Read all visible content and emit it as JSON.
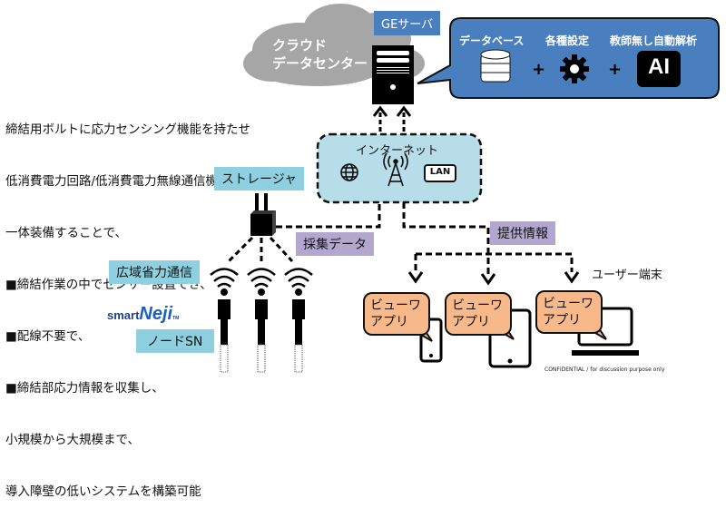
{
  "cloud": {
    "line1": "クラウド",
    "line2": "データセンター"
  },
  "server": {
    "label": "GEサーバ"
  },
  "services": {
    "items": [
      {
        "label": "データベース",
        "icon": "database-icon"
      },
      {
        "label": "各種設定",
        "icon": "gear-icon"
      },
      {
        "label": "教師無し自動解析",
        "icon": "ai-icon",
        "icon_text": "AI"
      }
    ],
    "plus": "+"
  },
  "description": {
    "lines": [
      "締結用ボルトに応力センシング機能を持たせ",
      "低消費電力回路/低消費電力無線通信機能を",
      "一体装備することで、",
      "■締結作業の中でセンサー設置でき、",
      "■配線不要で、",
      "■締結部応力情報を収集し、",
      "小規模から大規模まで、",
      "導入障壁の低いシステムを構築可能"
    ]
  },
  "internet": {
    "title": "インターネット",
    "lan": "LAN"
  },
  "storage": {
    "label": "ストレージャ"
  },
  "collect": {
    "label": "採集データ"
  },
  "provide": {
    "label": "提供情報"
  },
  "wide_area": {
    "label": "広域省力通信"
  },
  "brand": {
    "smart": "smart",
    "neji": "Neji",
    "tm": "TM"
  },
  "node": {
    "label": "ノードSN"
  },
  "user_terminal": {
    "label": "ユーザー端末"
  },
  "viewer_apps": [
    {
      "line1": "ビューワ",
      "line2": "アプリ",
      "device": "smartphone"
    },
    {
      "line1": "ビューワ",
      "line2": "アプリ",
      "device": "tablet"
    },
    {
      "line1": "ビューワ",
      "line2": "アプリ",
      "device": "laptop"
    }
  ],
  "footer": {
    "confidential": "CONFIDENTIAL / for discussion purpose only"
  },
  "colors": {
    "cloud": "#a6a6a6",
    "server_label": "#4a7fbf",
    "services_bubble": "#4a7fbf",
    "internet_box": "#b7dde8",
    "blue_label": "#8ecfe0",
    "purple_label": "#b3a6cf",
    "viewer_bubble": "#f7b98a"
  }
}
